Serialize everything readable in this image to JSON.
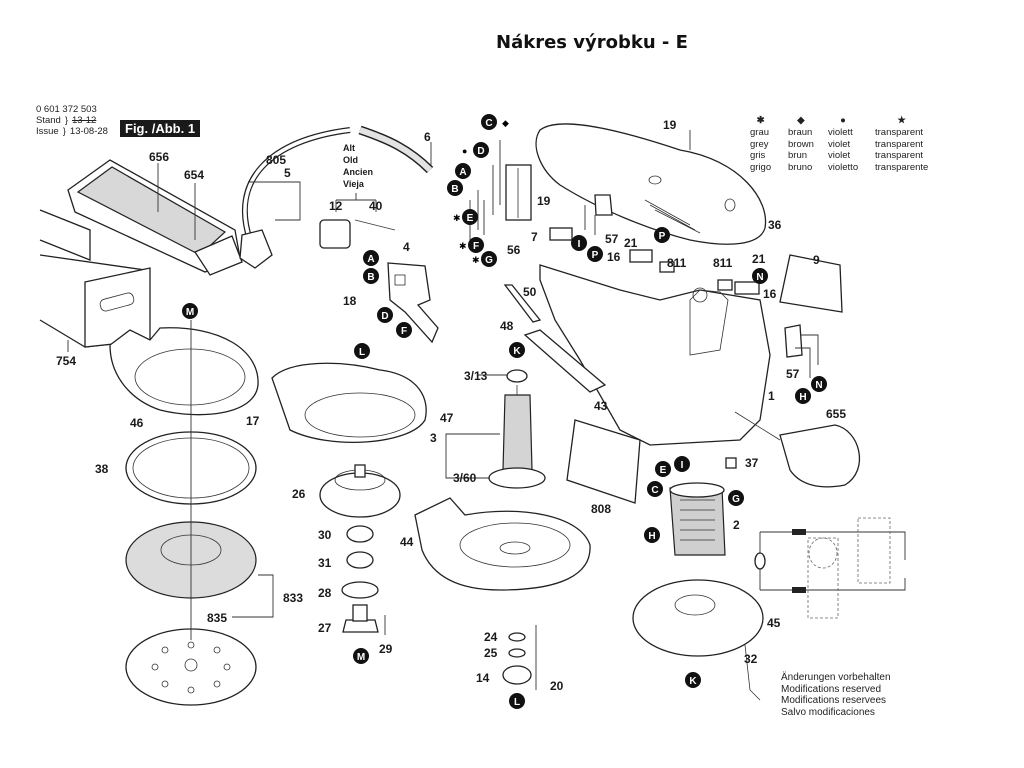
{
  "header": {
    "title": "Nákres výrobku - E"
  },
  "meta": {
    "part_number": "0 601 372 503",
    "stand_label": "Stand",
    "issue_label": "Issue",
    "stand_value": "13-12",
    "issue_value": "13-08-28",
    "figure_label": "Fig. /Abb. 1"
  },
  "color_legend": {
    "columns": [
      {
        "symbol": "✱",
        "meaning": "grey",
        "lines": [
          "grau",
          "grey",
          "gris",
          "grigo"
        ]
      },
      {
        "symbol": "◆",
        "meaning": "brown",
        "lines": [
          "braun",
          "brown",
          "brun",
          "bruno"
        ]
      },
      {
        "symbol": "●",
        "meaning": "violet",
        "lines": [
          "violett",
          "violet",
          "violet",
          "violetto"
        ]
      },
      {
        "symbol": "★",
        "meaning": "transparent",
        "lines": [
          "transparent",
          "transparent",
          "transparent",
          "transparente"
        ]
      }
    ]
  },
  "old_version_note": [
    "Alt",
    "Old",
    "Ancien",
    "Vieja"
  ],
  "notice": [
    "Änderungen vorbehalten",
    "Modifications reserved",
    "Modifications reservees",
    "Salvo modificaciones"
  ],
  "part_labels": {
    "p656": "656",
    "p654": "654",
    "p754": "754",
    "p805": "805",
    "p5": "5",
    "p6": "6",
    "p12": "12",
    "p40": "40",
    "p4": "4",
    "p18": "18",
    "p19a": "19",
    "p19b": "19",
    "p56": "56",
    "p7": "7",
    "p57a": "57",
    "p57b": "57",
    "p21a": "21",
    "p21b": "21",
    "p16a": "16",
    "p16b": "16",
    "p811a": "811",
    "p811b": "811",
    "p36": "36",
    "p9": "9",
    "p50": "50",
    "p48": "48",
    "p1": "1",
    "p43": "43",
    "p655": "655",
    "p37": "37",
    "p808": "808",
    "p2": "2",
    "p45": "45",
    "p32": "32",
    "p46": "46",
    "p17": "17",
    "p38": "38",
    "p833": "833",
    "p835": "835",
    "p47": "47",
    "p26": "26",
    "p30": "30",
    "p31": "31",
    "p28": "28",
    "p27": "27",
    "p29": "29",
    "p3": "3",
    "p3_13": "3/13",
    "p3_60": "3/60",
    "p44": "44",
    "p24": "24",
    "p25": "25",
    "p14": "14",
    "p20": "20"
  },
  "connection_badges": {
    "A1": "A",
    "B1": "B",
    "C1": "C",
    "D1": "D",
    "E1": "E",
    "F1": "F",
    "G1": "G",
    "A2": "A",
    "B2": "B",
    "D2": "D",
    "F2": "F",
    "I1": "I",
    "P1": "P",
    "P2": "P",
    "N1": "N",
    "N2": "N",
    "H1": "H",
    "M1": "M",
    "M2": "M",
    "L1": "L",
    "L2": "L",
    "K1": "K",
    "K2": "K",
    "E3": "E",
    "I2": "I",
    "C3": "C",
    "G3": "G",
    "H2": "H"
  },
  "badge_markers": {
    "C1": "◆",
    "D1": "●",
    "E1": "✱",
    "F1": "✱",
    "G1": "✱"
  }
}
